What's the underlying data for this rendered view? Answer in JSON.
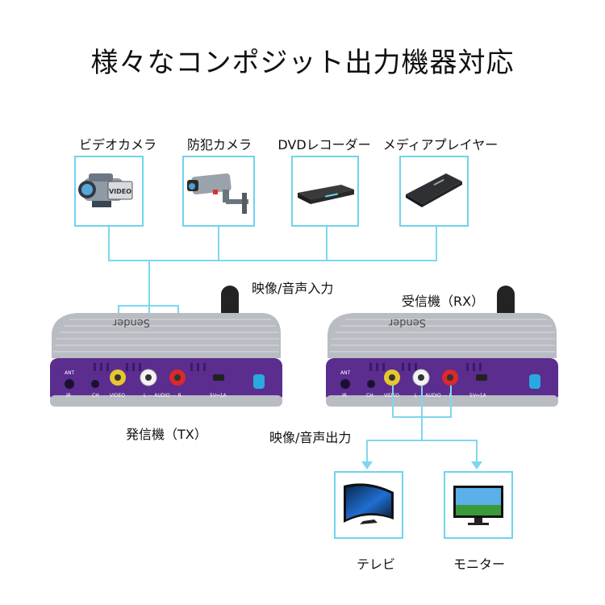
{
  "title": "様々なコンポジット出力機器対応",
  "sources": [
    {
      "label": "ビデオカメラ",
      "icon": "video-camera-icon",
      "badge": "VIDEO"
    },
    {
      "label": "防犯カメラ",
      "icon": "security-camera-icon"
    },
    {
      "label": "DVDレコーダー",
      "icon": "dvd-recorder-icon"
    },
    {
      "label": "メディアプレイヤー",
      "icon": "media-player-icon"
    }
  ],
  "labels": {
    "input": "映像/音声入力",
    "receiver": "受信機（RX）",
    "sender": "発信機（TX）",
    "output": "映像/音声出力"
  },
  "device": {
    "brand": "Sender",
    "ant": "ANT",
    "ir": "IR",
    "ch": "CH",
    "video": "VIDEO",
    "audio": "L — AUDIO — R",
    "power": "5V⎓1A"
  },
  "outputs": [
    {
      "label": "テレビ",
      "icon": "curved-tv-icon"
    },
    {
      "label": "モニター",
      "icon": "monitor-icon"
    }
  ],
  "colors": {
    "line": "#7fd6f0",
    "purple": "#5a2d8f",
    "silver": "#b9bcc2",
    "accent": "#2aa9e0"
  }
}
